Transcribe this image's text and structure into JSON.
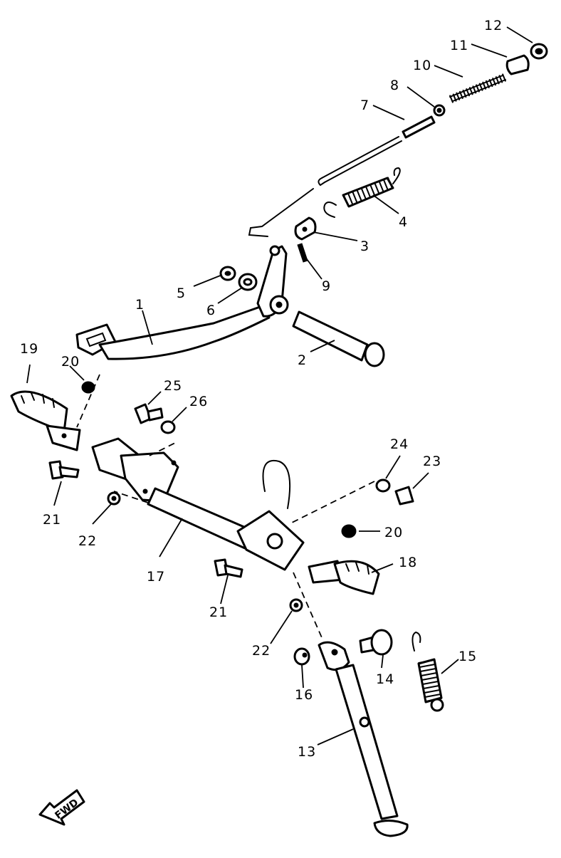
{
  "callouts": [
    {
      "id": "c1",
      "text": "1"
    },
    {
      "id": "c2",
      "text": "2"
    },
    {
      "id": "c3",
      "text": "3"
    },
    {
      "id": "c4",
      "text": "4"
    },
    {
      "id": "c5",
      "text": "5"
    },
    {
      "id": "c6",
      "text": "6"
    },
    {
      "id": "c7",
      "text": "7"
    },
    {
      "id": "c8",
      "text": "8"
    },
    {
      "id": "c9",
      "text": "9"
    },
    {
      "id": "c10",
      "text": "10"
    },
    {
      "id": "c11",
      "text": "11"
    },
    {
      "id": "c12",
      "text": "12"
    },
    {
      "id": "c13",
      "text": "13"
    },
    {
      "id": "c14",
      "text": "14"
    },
    {
      "id": "c15",
      "text": "15"
    },
    {
      "id": "c16",
      "text": "16"
    },
    {
      "id": "c17",
      "text": "17"
    },
    {
      "id": "c18",
      "text": "18"
    },
    {
      "id": "c19",
      "text": "19"
    },
    {
      "id": "c20a",
      "text": "20"
    },
    {
      "id": "c20b",
      "text": "20"
    },
    {
      "id": "c21a",
      "text": "21"
    },
    {
      "id": "c21b",
      "text": "21"
    },
    {
      "id": "c22a",
      "text": "22"
    },
    {
      "id": "c22b",
      "text": "22"
    },
    {
      "id": "c23",
      "text": "23"
    },
    {
      "id": "c24",
      "text": "24"
    },
    {
      "id": "c25",
      "text": "25"
    },
    {
      "id": "c26",
      "text": "26"
    }
  ],
  "fwd_label": "FWD"
}
